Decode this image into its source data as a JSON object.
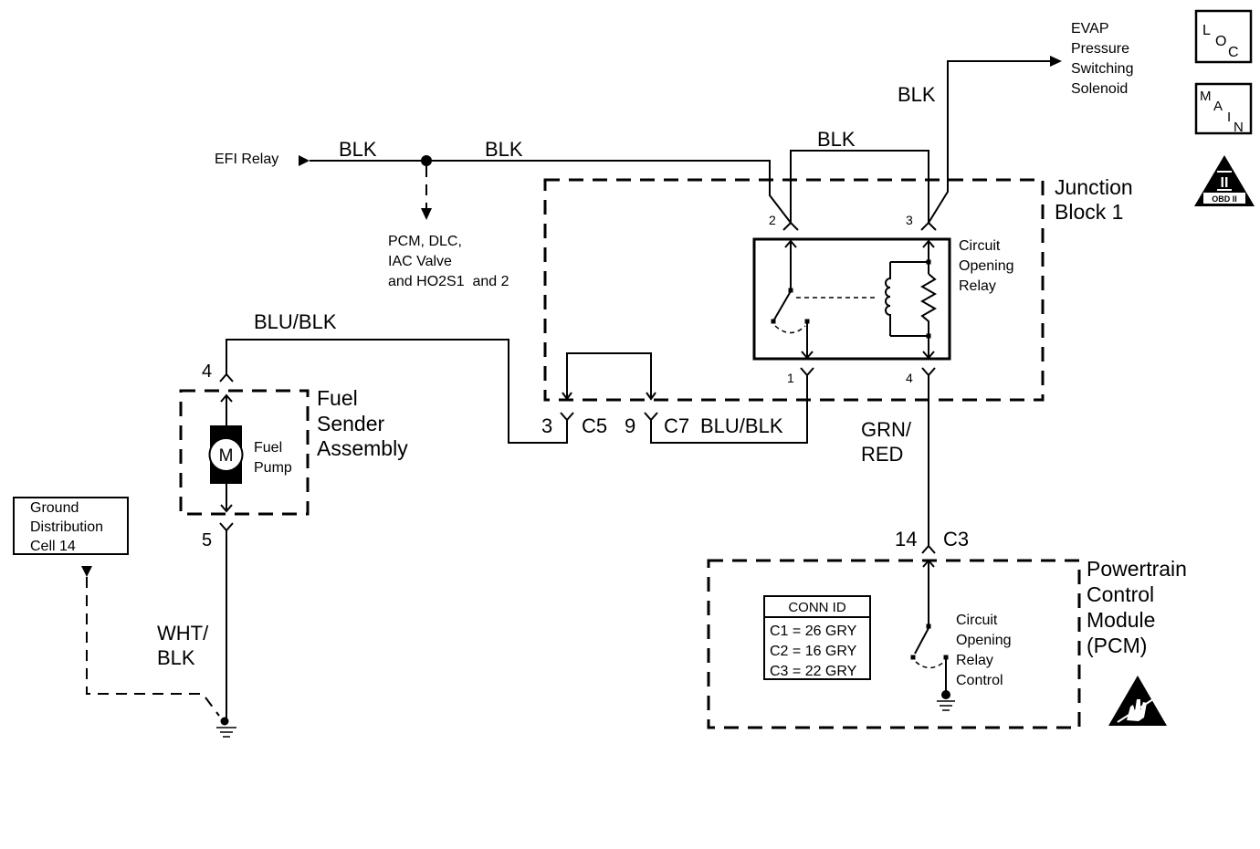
{
  "colors": {
    "ink": "#000000",
    "background": "#ffffff"
  },
  "symbols": {
    "loc_badge": "locator-badge-icon",
    "main_badge": "main-badge-icon",
    "obd_badge": "obd-ii-warning-icon",
    "esd_badge": "esd-sensitive-icon",
    "ground": "ground-icon",
    "motor": "motor-icon",
    "relay_coil": "coil-icon",
    "relay_resistor": "resistor-icon",
    "switch": "switch-icon"
  },
  "badges": {
    "loc": [
      "L",
      "O",
      "C"
    ],
    "main": [
      "M",
      "A",
      "I",
      "N"
    ],
    "obd": {
      "numeral": "II",
      "label": "OBD II"
    }
  },
  "evap": {
    "lines": [
      "EVAP",
      "Pressure",
      "Switching",
      "Solenoid"
    ],
    "wire_color": "BLK"
  },
  "efi": {
    "label": "EFI Relay",
    "wire_color_left": "BLK",
    "wire_color_right": "BLK"
  },
  "branch": {
    "lines": [
      "PCM, DLC,",
      "IAC Valve",
      "and HO2S1  and 2"
    ]
  },
  "junction_block": {
    "lines": [
      "Junction",
      "Block 1"
    ],
    "jumper_wire_color": "BLK",
    "pins": {
      "p2": "2",
      "p3": "3",
      "p1": "1",
      "p4": "4"
    }
  },
  "relay": {
    "lines": [
      "Circuit",
      "Opening",
      "Relay"
    ]
  },
  "fuel_sender": {
    "lines": [
      "Fuel",
      "Sender",
      "Assembly"
    ],
    "pump_lines": [
      "Fuel",
      "Pump"
    ],
    "motor_symbol": "M",
    "pin_top": "4",
    "pin_bottom": "5"
  },
  "connectors": {
    "c5_pin": "3",
    "c5": "C5",
    "c7_pin": "9",
    "c7": "C7"
  },
  "wires": {
    "sender_feed": "BLU/BLK",
    "relay_output": "BLU/BLK",
    "pcm_control": [
      "GRN/",
      "RED"
    ],
    "ground": [
      "WHT/",
      "BLK"
    ]
  },
  "ground_ref": {
    "lines": [
      "Ground",
      "Distribution",
      "Cell 14"
    ]
  },
  "pcm": {
    "lines": [
      "Powertrain",
      "Control",
      "Module",
      "(PCM)"
    ],
    "connector_pin": "14",
    "connector": "C3",
    "conn_id": {
      "title": "CONN ID",
      "rows": [
        "C1 = 26 GRY",
        "C2 = 16 GRY",
        "C3 = 22 GRY"
      ]
    },
    "switch_lines": [
      "Circuit",
      "Opening",
      "Relay",
      "Control"
    ]
  }
}
